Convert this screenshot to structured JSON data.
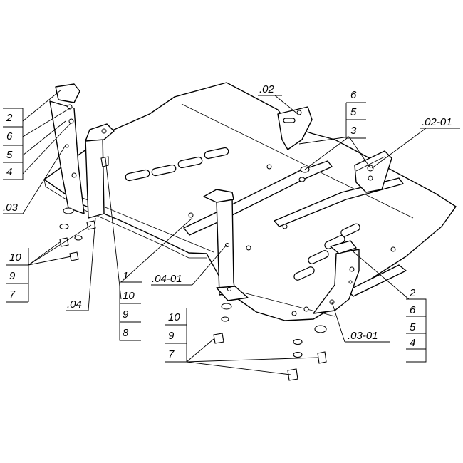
{
  "callouts": {
    "group_left": [
      "2",
      "6",
      "5",
      "4"
    ],
    "part_03": ".03",
    "group_left_fasteners": [
      "10",
      "9",
      "7"
    ],
    "part_04": ".04",
    "part_1": "1",
    "group_center_fasteners": [
      "10",
      "9",
      "8"
    ],
    "part_04_01": ".04-01",
    "part_02": ".02",
    "group_top_right": [
      "6",
      "5",
      "3"
    ],
    "part_02_01": ".02-01",
    "group_bottom_fasteners": [
      "10",
      "9",
      "7"
    ],
    "part_03_01": ".03-01",
    "group_right": [
      "2",
      "6",
      "5",
      "4"
    ]
  }
}
